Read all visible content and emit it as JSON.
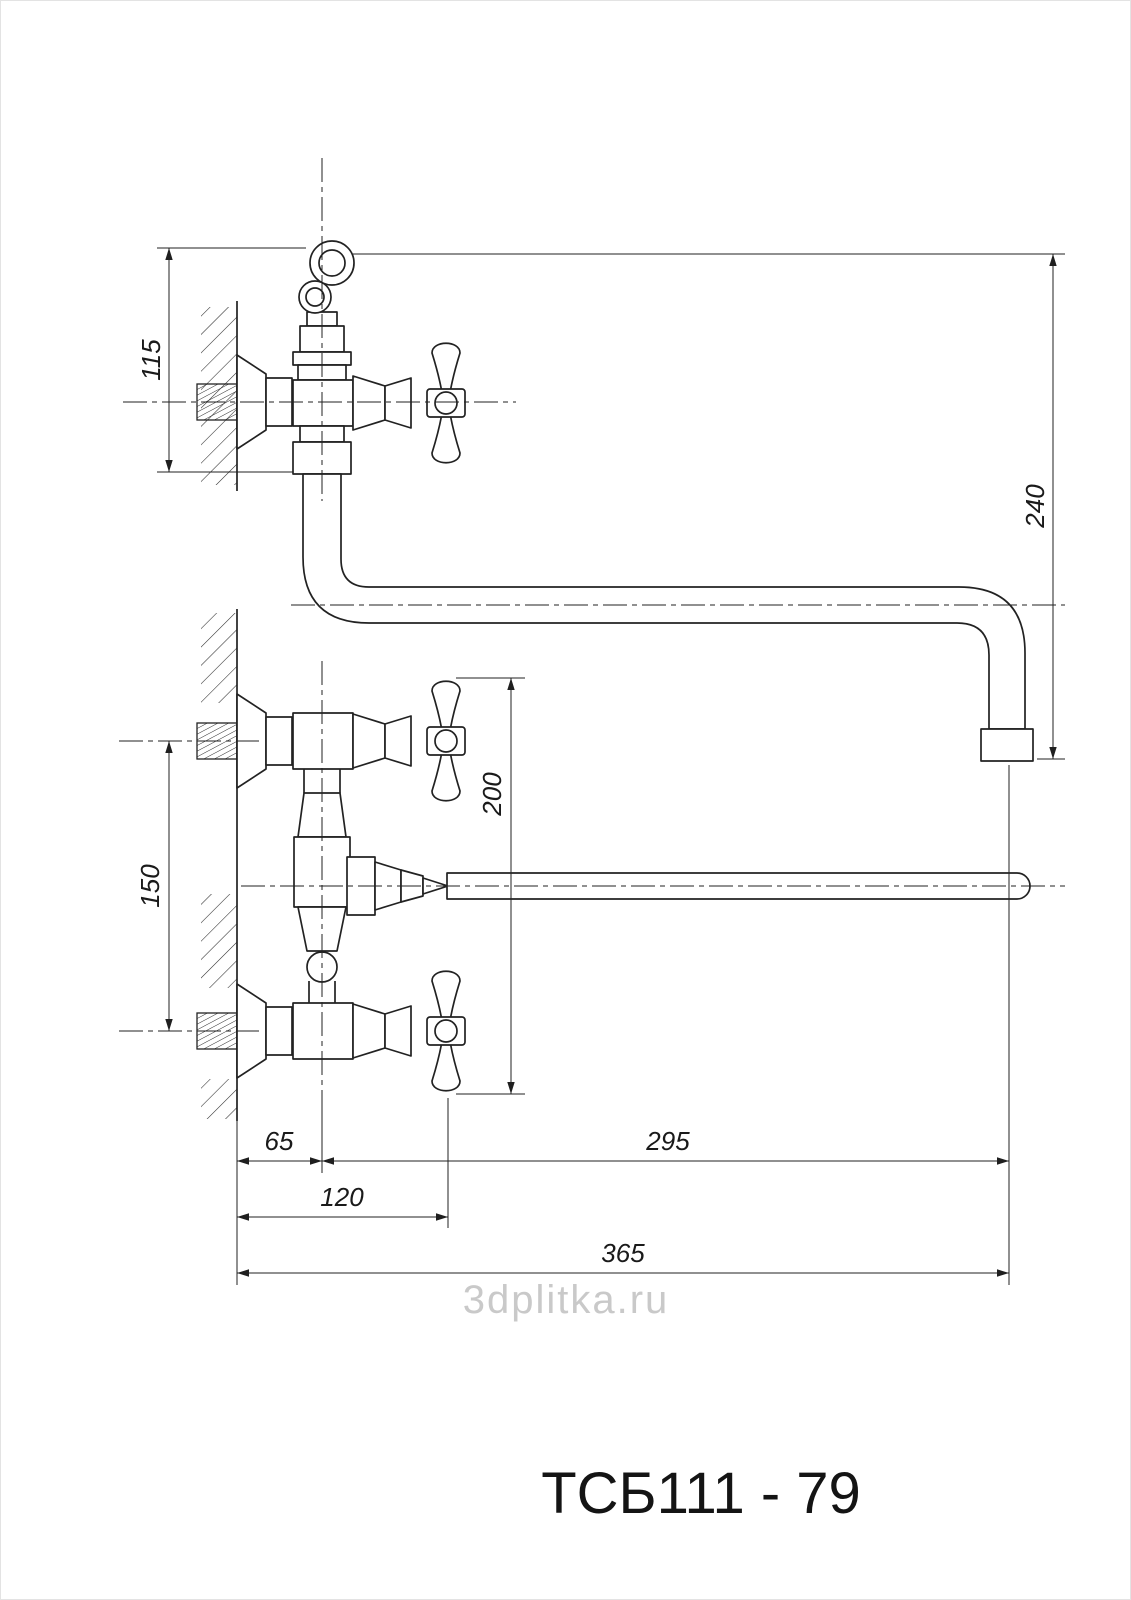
{
  "drawing": {
    "title": "ТСБ111 - 79",
    "watermark": "3dplitka.ru",
    "dims": {
      "wall_plate_height": "115",
      "spout_drop": "240",
      "inlet_spacing": "150",
      "body_span": "200",
      "wall_to_axis": "65",
      "axis_to_spout_end": "295",
      "wall_to_handle_plane": "120",
      "overall_reach": "365"
    }
  }
}
